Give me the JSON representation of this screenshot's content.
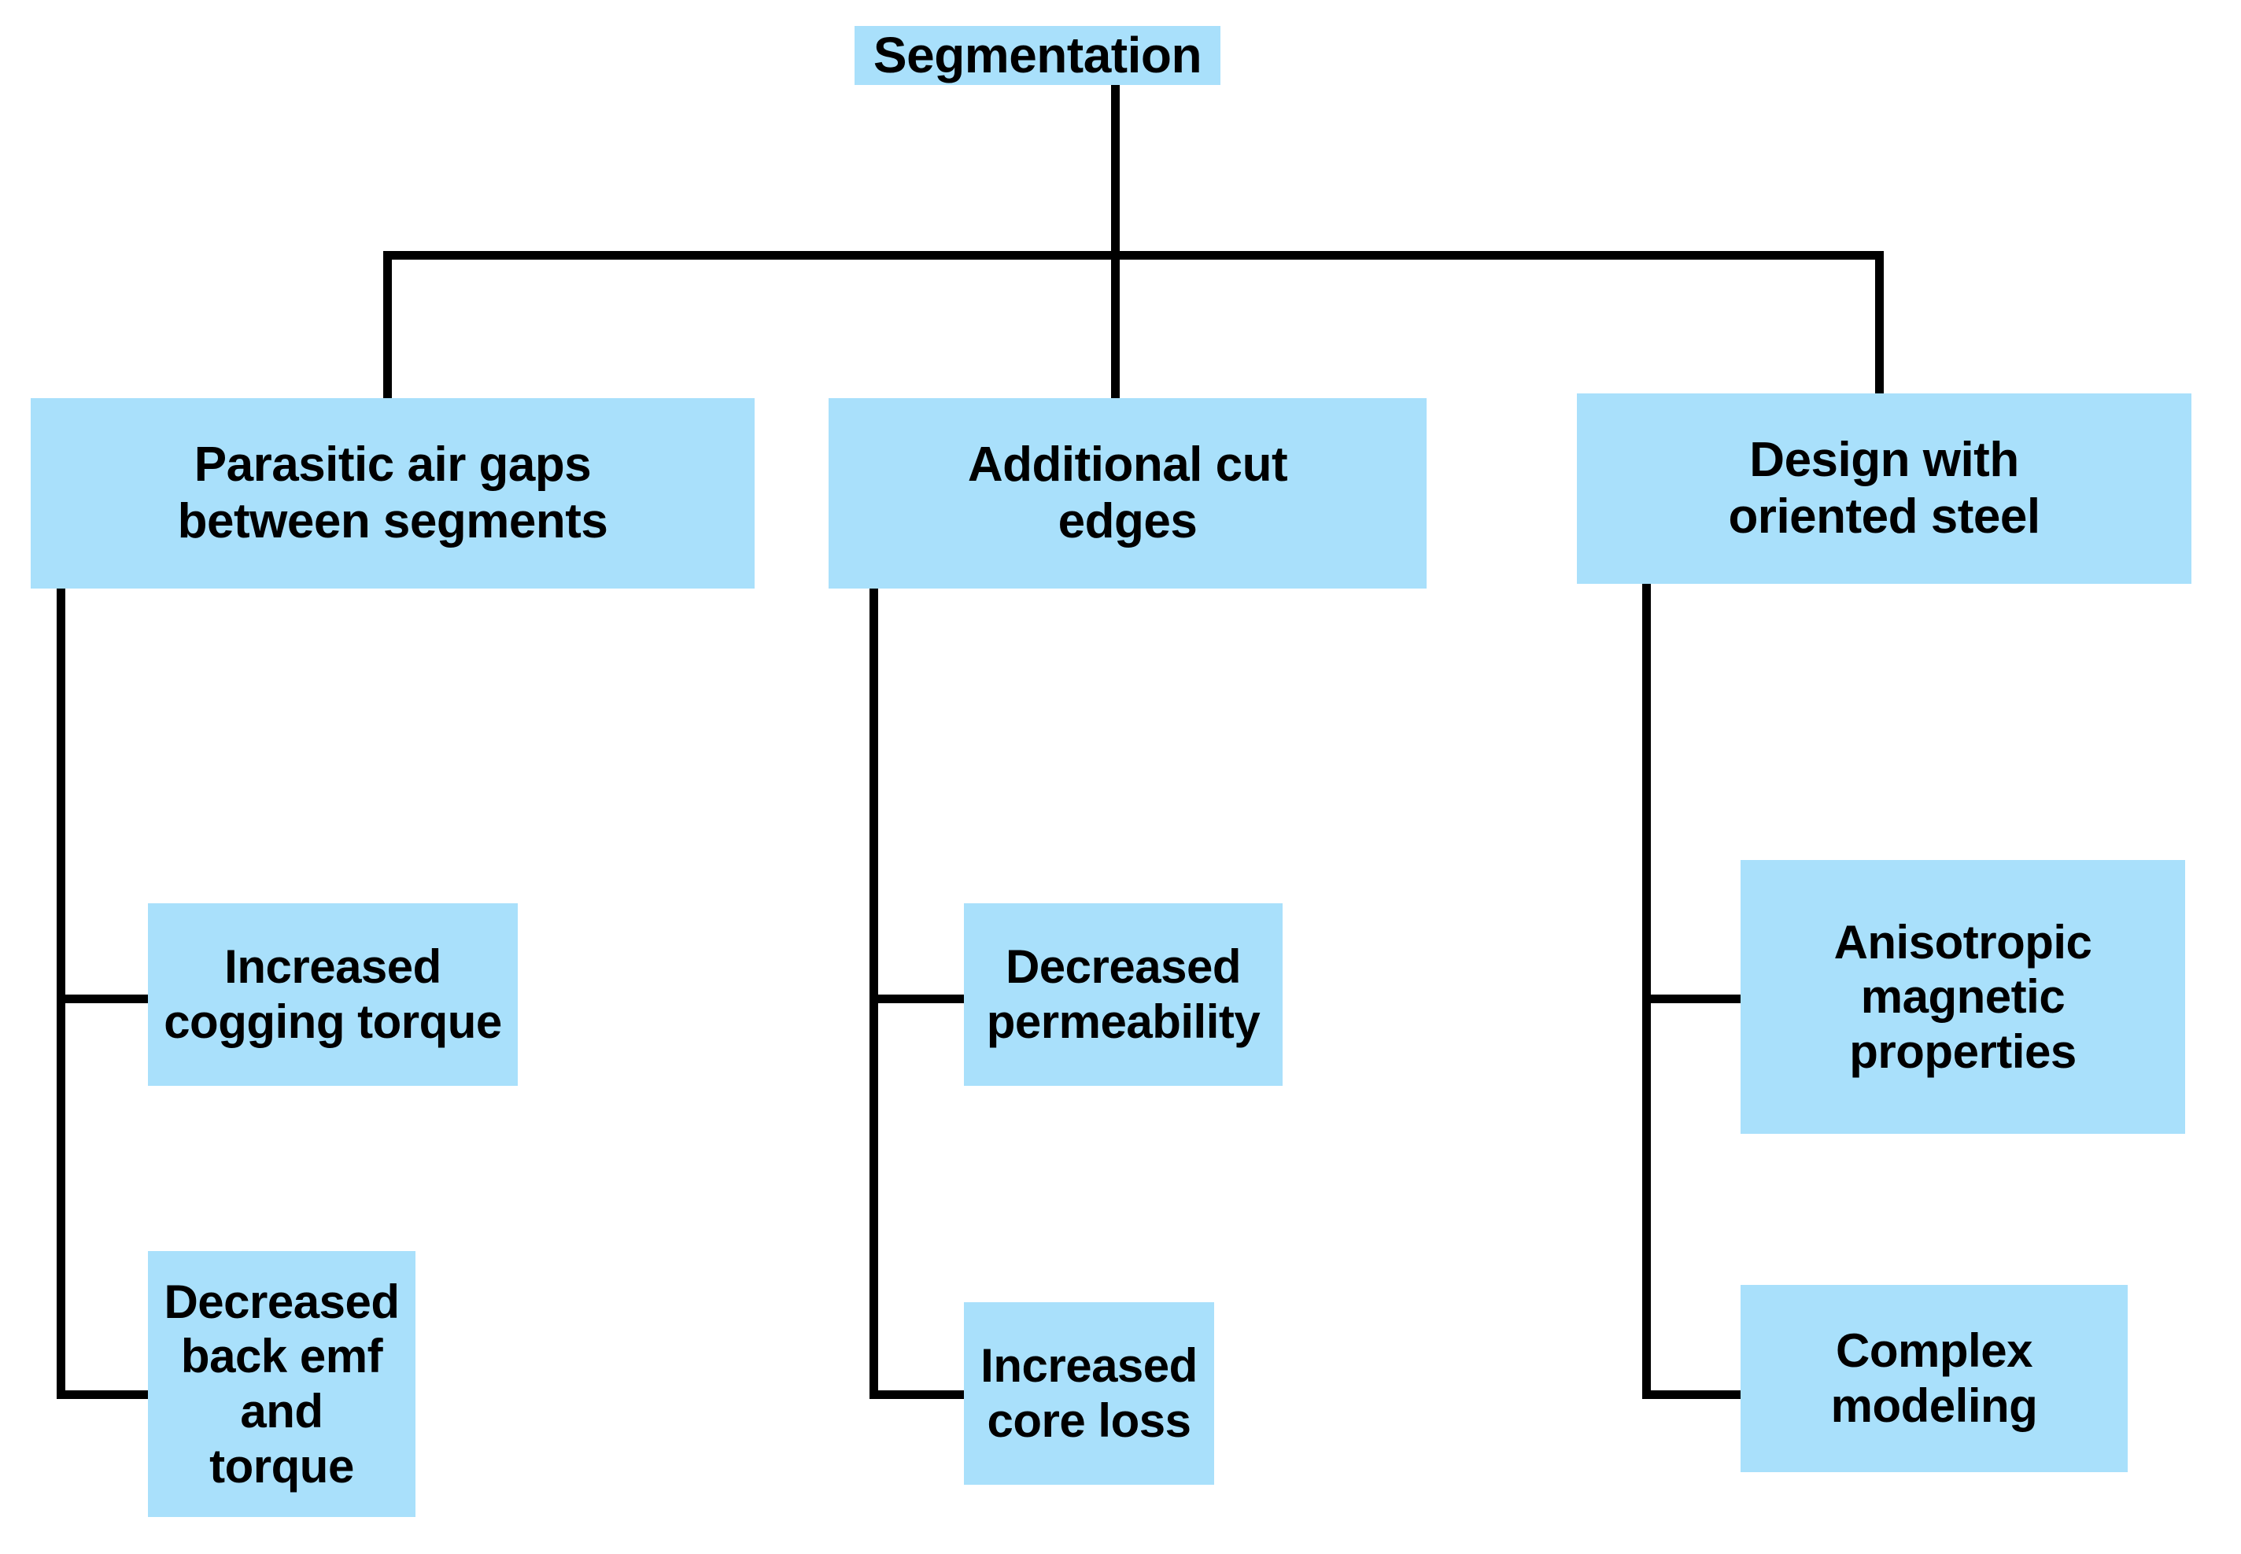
{
  "diagram": {
    "title_node": {
      "id": "segmentation",
      "label": "Segmentation"
    },
    "branches": [
      {
        "id": "parasitic-air-gaps",
        "label": "Parasitic air gaps\nbetween segments",
        "children": [
          {
            "id": "increased-cogging-torque",
            "label": "Increased\ncogging torque"
          },
          {
            "id": "decreased-back-emf-and-torque",
            "label": "Decreased\nback emf and\ntorque"
          }
        ]
      },
      {
        "id": "additional-cut-edges",
        "label": "Additional cut\nedges",
        "children": [
          {
            "id": "decreased-permeability",
            "label": "Decreased\npermeability"
          },
          {
            "id": "increased-core-loss",
            "label": "Increased\ncore loss"
          }
        ]
      },
      {
        "id": "design-with-oriented-steel",
        "label": "Design with\noriented steel",
        "children": [
          {
            "id": "anisotropic-magnetic-properties",
            "label": "Anisotropic\nmagnetic\nproperties"
          },
          {
            "id": "complex-modeling",
            "label": "Complex\nmodeling"
          }
        ]
      }
    ]
  },
  "style": {
    "node_fill": "#A9E0FB",
    "text_color": "#000000",
    "connector_color": "#000000",
    "background": "#FFFFFF"
  }
}
